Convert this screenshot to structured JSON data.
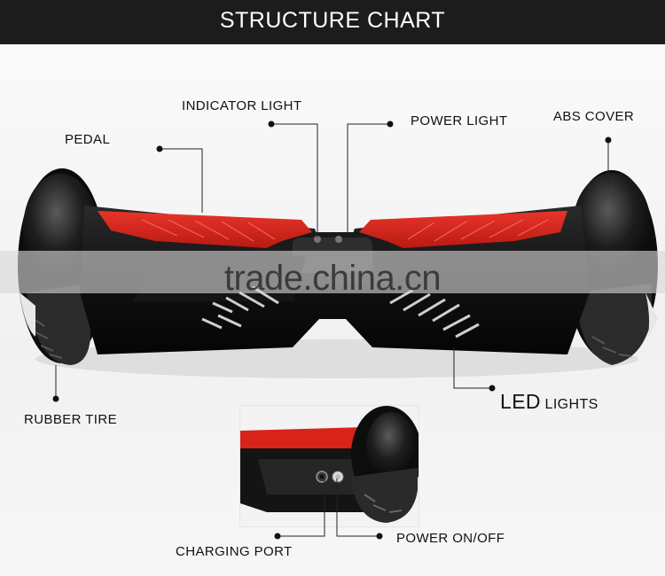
{
  "header": {
    "title": "STRUCTURE CHART"
  },
  "labels": {
    "indicator_light": "INDICATOR LIGHT",
    "power_light": "POWER LIGHT",
    "abs_cover": "ABS COVER",
    "pedal": "PEDAL",
    "rubber_tire": "RUBBER TIRE",
    "led": "LED",
    "lights": "LIGHTS",
    "charging_port": "CHARGING PORT",
    "power_on_off": "POWER ON/OFF"
  },
  "watermark": "trade.china.cn",
  "colors": {
    "pedal_red": "#d8231a",
    "body_black": "#161616",
    "header_bg": "#1c1c1c",
    "leader_line": "#222222"
  }
}
